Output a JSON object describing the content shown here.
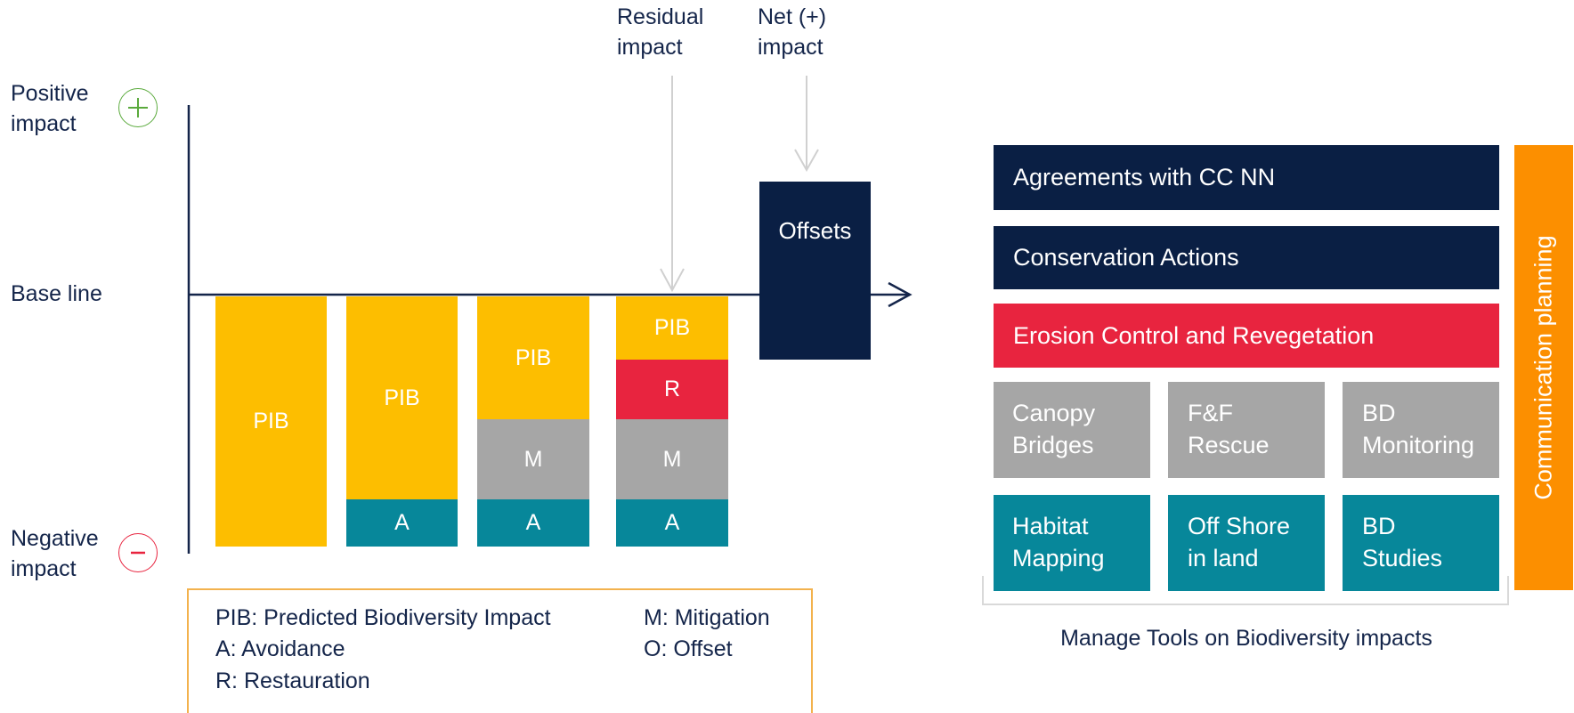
{
  "axis": {
    "positive_label": "Positive\nimpact",
    "base_label": "Base line",
    "negative_label": "Negative\nimpact",
    "positive_symbol": "+",
    "negative_symbol": "−"
  },
  "top_labels": {
    "residual": "Residual\nimpact",
    "net": "Net (+)\nimpact"
  },
  "bars": [
    {
      "segments": [
        {
          "label": "PIB"
        }
      ]
    },
    {
      "segments": [
        {
          "label": "PIB"
        },
        {
          "label": "A"
        }
      ]
    },
    {
      "segments": [
        {
          "label": "PIB"
        },
        {
          "label": "M"
        },
        {
          "label": "A"
        }
      ]
    },
    {
      "segments": [
        {
          "label": "PIB"
        },
        {
          "label": "R"
        },
        {
          "label": "M"
        },
        {
          "label": "A"
        }
      ]
    }
  ],
  "offsets_label": "Offsets",
  "legend": {
    "pib": "PIB: Predicted Biodiversity Impact",
    "a": "A: Avoidance",
    "r": "R: Restauration",
    "m": "M: Mitigation",
    "o": "O: Offset"
  },
  "tools": {
    "agreements": "Agreements with CC NN",
    "conservation": "Conservation Actions",
    "erosion": "Erosion Control and Revegetation",
    "canopy": "Canopy\nBridges",
    "ff_rescue": "F&F\nRescue",
    "bd_monitoring": "BD\nMonitoring",
    "habitat": "Habitat\nMapping",
    "offshore": "Off Shore\nin land",
    "bd_studies": "BD\nStudies",
    "communication": "Communication planning",
    "caption": "Manage Tools on Biodiversity impacts"
  },
  "colors": {
    "pib": "#fdbe00",
    "avoidance": "#07879a",
    "mitigation": "#a6a6a6",
    "restauration": "#e8243f",
    "offsets": "#0a1f44",
    "orange": "#fc8f00",
    "positive": "#5aaa3c",
    "negative": "#e8243f"
  }
}
